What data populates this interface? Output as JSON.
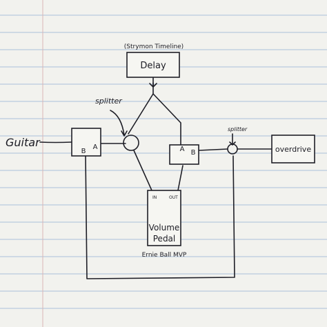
{
  "diagram": {
    "nodes": {
      "delay": {
        "label": "Delay",
        "caption": "(Strymon Timeline)"
      },
      "guitar": {
        "label": "Guitar"
      },
      "abox1": {
        "port_a": "A",
        "port_b": "B"
      },
      "abox2": {
        "port_a": "A",
        "port_b": "B"
      },
      "splitter_left": {
        "label": "splitter"
      },
      "splitter_right": {
        "label": "splitter"
      },
      "overdrive": {
        "label": "overdrive"
      },
      "volume": {
        "label_line1": "Volume",
        "label_line2": "Pedal",
        "port_in": "IN",
        "port_out": "OUT",
        "caption": "Ernie Ball MVP"
      }
    },
    "colors": {
      "paper": "#f2f2ee",
      "ink": "#1e1e26",
      "rule": "#a9c0da"
    }
  }
}
